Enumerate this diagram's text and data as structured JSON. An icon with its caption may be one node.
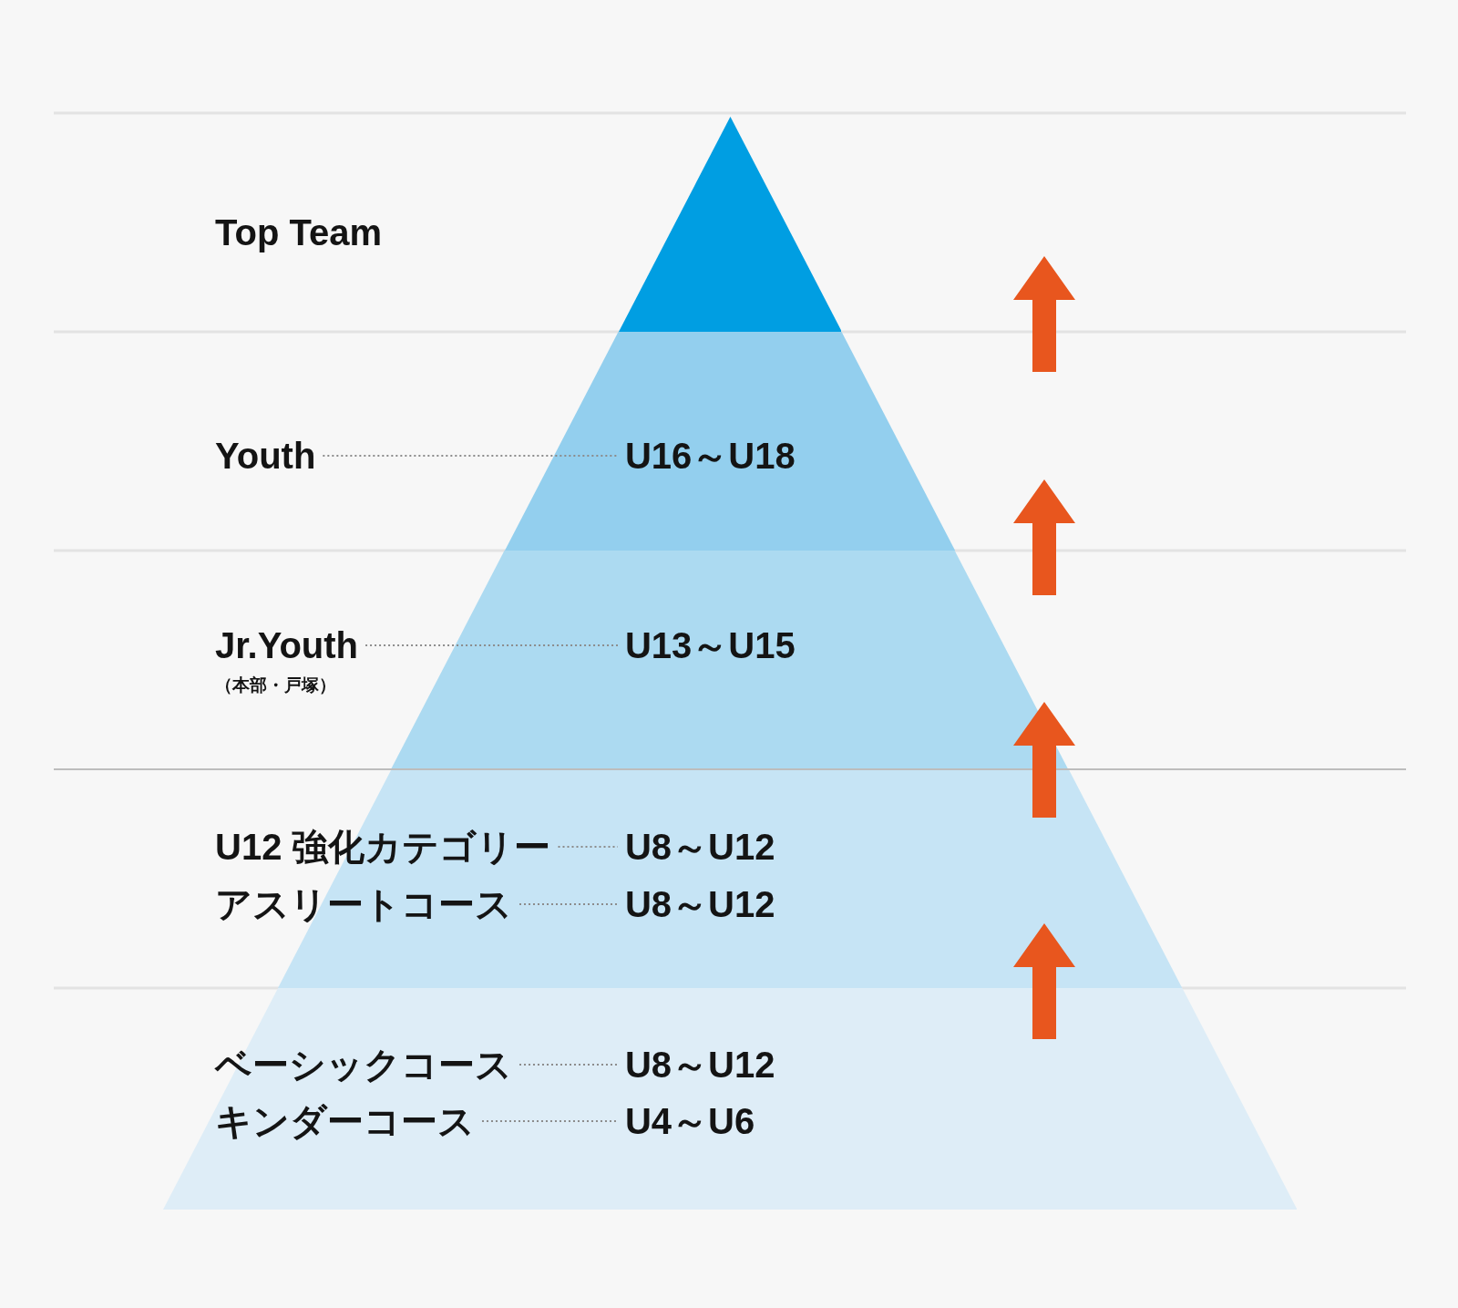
{
  "diagram": {
    "nodes": [
      {
        "text": [],
        "shape": "triangle"
      },
      {
        "text": [
          "Youth"
        ]
      },
      {
        "text": [],
        "shape": "trapezoid"
      },
      {
        "text": [
          "U16～U18"
        ],
        "in": 2
      },
      {
        "text": [
          "Jr.Youth",
          "（本部・戸塚）"
        ]
      },
      {
        "text": [],
        "shape": "trapezoid"
      },
      {
        "text": [
          "U13～U15"
        ],
        "in": 5
      },
      {
        "text": [
          "U12 強化カテゴリー"
        ]
      },
      {
        "text": [
          "アスリートコース"
        ]
      },
      {
        "text": [],
        "shape": "trapezoid"
      },
      {
        "text": [
          "U8～U12"
        ],
        "in": 9
      },
      {
        "text": [
          "U8～U12"
        ],
        "in": 9
      },
      {
        "text": [],
        "shape": "trapezoid"
      },
      {
        "text": [
          "ベーシックコース"
        ],
        "in": 12
      },
      {
        "text": [
          "U8～U12"
        ],
        "in": 12
      },
      {
        "text": [
          "キンダーコース"
        ],
        "in": 12
      },
      {
        "text": [
          "U4～U6"
        ],
        "in": 12
      }
    ],
    "edges": [
      {
        "from": 1,
        "to": 3,
        "arrow": "none",
        "style": "dashed"
      },
      {
        "from": 4,
        "to": 6,
        "arrow": "none",
        "style": "dashed"
      },
      {
        "from": 7,
        "to": 10,
        "arrow": "none",
        "style": "dashed"
      },
      {
        "from": 8,
        "to": 11,
        "arrow": "none",
        "style": "dashed"
      },
      {
        "from": 13,
        "to": 14,
        "arrow": "none",
        "style": "dashed"
      },
      {
        "from": 15,
        "to": 16,
        "arrow": "none",
        "style": "dashed"
      }
    ],
    "labels": [
      "Top Team"
    ]
  }
}
